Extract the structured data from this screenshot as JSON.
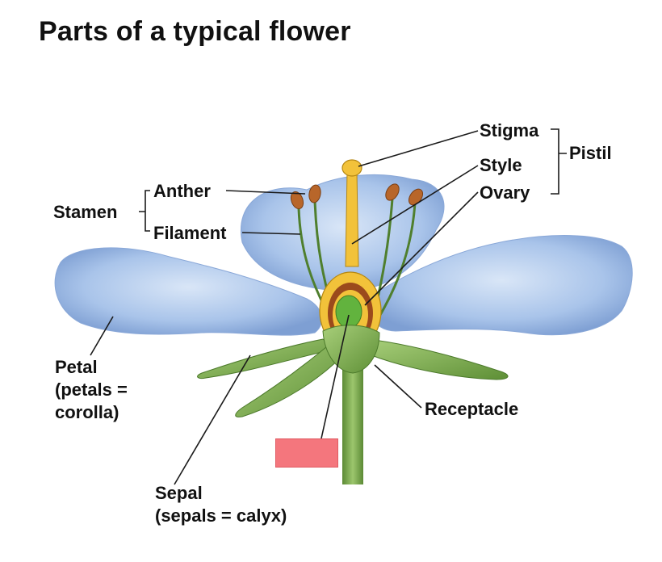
{
  "title": "Parts of a typical flower",
  "labels": {
    "stigma": "Stigma",
    "style": "Style",
    "ovary": "Ovary",
    "pistil": "Pistil",
    "anther": "Anther",
    "filament": "Filament",
    "stamen": "Stamen",
    "petal_line1": "Petal",
    "petal_line2": "(petals =",
    "petal_line3": "corolla)",
    "receptacle": "Receptacle",
    "sepal_line1": "Sepal",
    "sepal_line2": "(sepals = calyx)"
  },
  "colors": {
    "petal": "#a9c4ea",
    "sepal": "#7fae55",
    "stem": "#6f9e43",
    "pistil": "#f2c23a",
    "anther": "#b8662a",
    "ovule": "#62b33e",
    "masked_label": "#f4767d"
  }
}
